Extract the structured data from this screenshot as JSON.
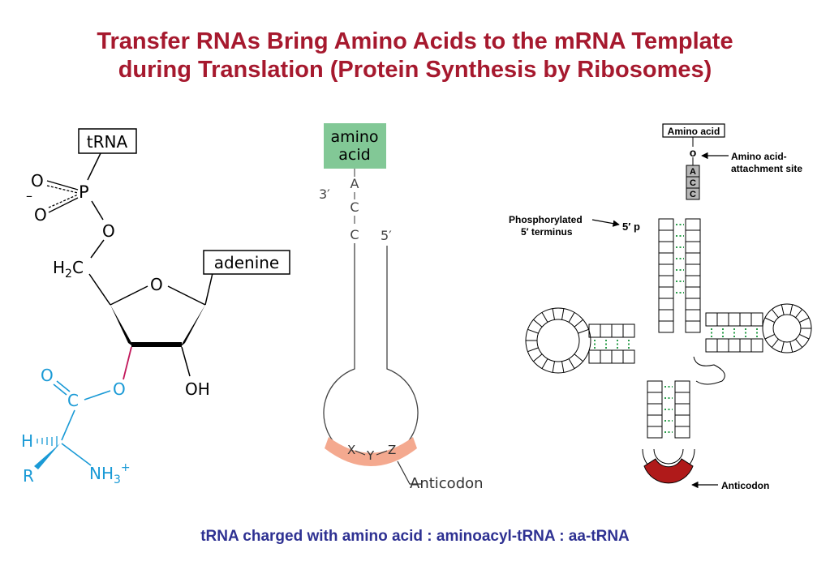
{
  "title": {
    "line1": "Transfer RNAs Bring Amino Acids to the mRNA Template",
    "line2": "during Translation (Protein Synthesis by Ribosomes)"
  },
  "caption": "tRNA charged with amino acid : aminoacyl-tRNA : aa-tRNA",
  "colors": {
    "title": "#a6192e",
    "caption": "#2e3192",
    "amino_acid_blue": "#1a9ad6",
    "ester_bond_magenta": "#c2185b",
    "amino_box_green": "#82c896",
    "anticodon_salmon": "#f4a98f",
    "anticodon_red": "#b01a1a",
    "base_pair_green": "#2a9d4a"
  },
  "panel1": {
    "trna_box": "tRNA",
    "adenine_box": "adenine",
    "phosphate": {
      "o_top": "O",
      "minus": "–",
      "p": "P",
      "o_bottom": "O",
      "o_link": "O"
    },
    "ribose": {
      "h2c": "H",
      "h2c_sub": "2",
      "h2c_c": "C",
      "ring_o": "O",
      "oh": "OH"
    },
    "aminoacyl": {
      "carbonyl_o": "O",
      "c": "C",
      "ester_o": "O",
      "h": "H",
      "r": "R",
      "nh3": "NH",
      "nh3_sub": "3",
      "nh3_sup": "+"
    }
  },
  "panel2": {
    "amino_line1": "amino",
    "amino_line2": "acid",
    "a": "A",
    "c1": "C",
    "c2": "C",
    "three_prime": "3′",
    "five_prime": "5′",
    "x": "X",
    "y": "Y",
    "z": "Z",
    "anticodon": "Anticodon"
  },
  "panel3": {
    "amino_acid_box": "Amino acid",
    "o": "o",
    "acc": [
      "A",
      "C",
      "C"
    ],
    "attach_line1": "Amino acid-",
    "attach_line2": "attachment site",
    "phos_line1": "Phosphorylated",
    "phos_line2": "5′ terminus",
    "five_p": "5′ p",
    "anticodon": "Anticodon"
  }
}
